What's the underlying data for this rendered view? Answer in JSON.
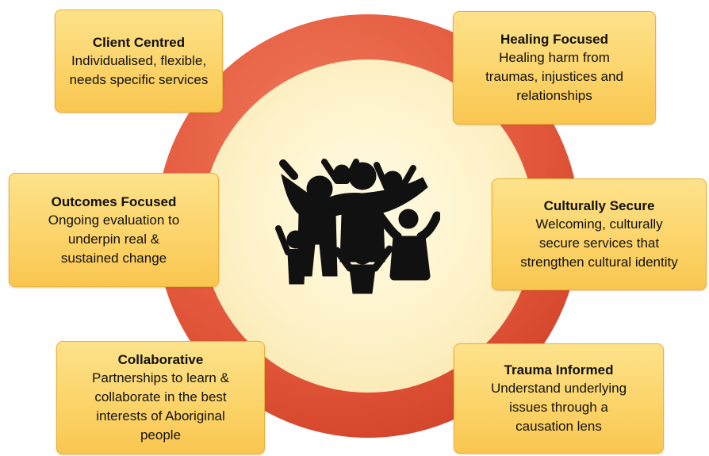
{
  "center": {
    "icon": "community-group-icon",
    "colors": {
      "ring": "#e2563a",
      "inner": "#fdf1c6",
      "box_fill": "#fcd46a",
      "box_border": "#e8b23a"
    }
  },
  "principles": [
    {
      "title": "Client Centred",
      "description": [
        "Individualised, flexible,",
        "needs specific services"
      ]
    },
    {
      "title": "Healing Focused",
      "description": [
        "Healing harm from",
        "traumas, injustices and",
        "relationships"
      ]
    },
    {
      "title": "Outcomes Focused",
      "description": [
        "Ongoing evaluation to",
        "underpin real &",
        "sustained change"
      ]
    },
    {
      "title": "Culturally Secure",
      "description": [
        "Welcoming, culturally",
        "secure services that",
        "strengthen cultural identity"
      ]
    },
    {
      "title": "Collaborative",
      "description": [
        "Partnerships to learn &",
        "collaborate in the best",
        "interests of Aboriginal",
        "people"
      ]
    },
    {
      "title": "Trauma Informed",
      "description": [
        "Understand underlying",
        "issues through a",
        "causation lens"
      ]
    }
  ]
}
